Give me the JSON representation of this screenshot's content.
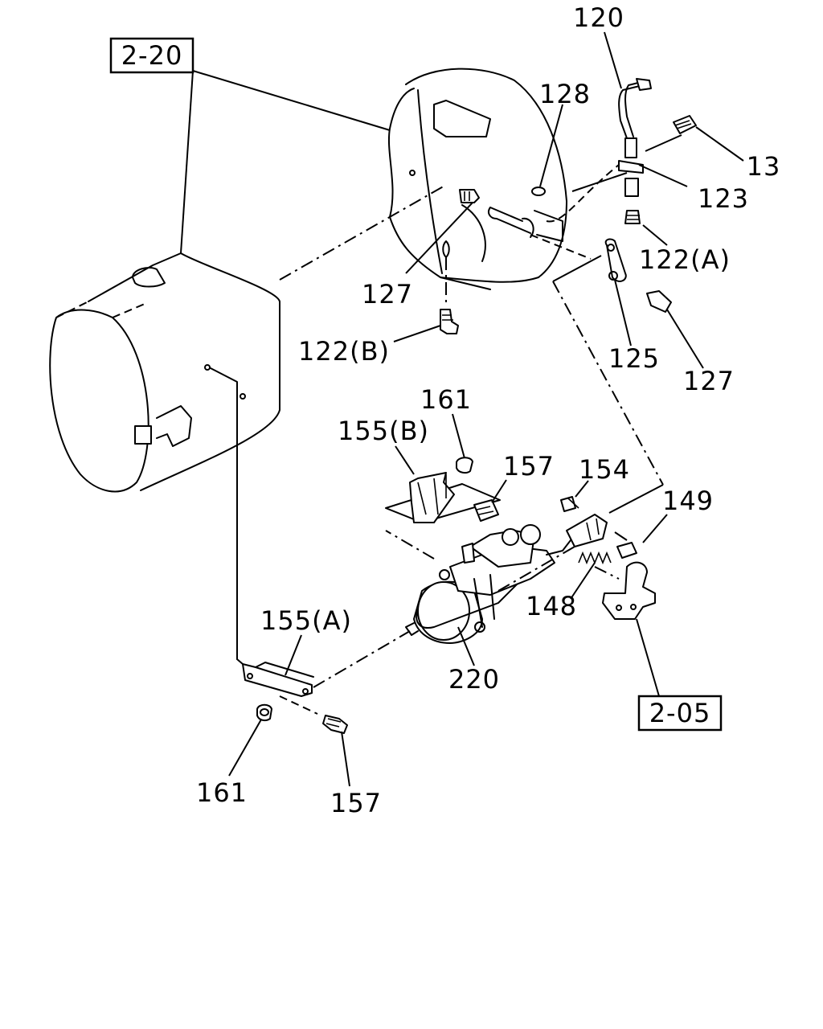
{
  "diagram": {
    "section_refs": [
      {
        "id": "ref-2-20",
        "label": "2-20"
      },
      {
        "id": "ref-2-05",
        "label": "2-05"
      }
    ],
    "callouts": [
      {
        "id": "c-120",
        "label": "120"
      },
      {
        "id": "c-128",
        "label": "128"
      },
      {
        "id": "c-13",
        "label": "13"
      },
      {
        "id": "c-123",
        "label": "123"
      },
      {
        "id": "c-122a",
        "label": "122(A)"
      },
      {
        "id": "c-127a",
        "label": "127"
      },
      {
        "id": "c-122b",
        "label": "122(B)"
      },
      {
        "id": "c-125",
        "label": "125"
      },
      {
        "id": "c-127b",
        "label": "127"
      },
      {
        "id": "c-161a",
        "label": "161"
      },
      {
        "id": "c-155b",
        "label": "155(B)"
      },
      {
        "id": "c-157a",
        "label": "157"
      },
      {
        "id": "c-154",
        "label": "154"
      },
      {
        "id": "c-149",
        "label": "149"
      },
      {
        "id": "c-148",
        "label": "148"
      },
      {
        "id": "c-155a",
        "label": "155(A)"
      },
      {
        "id": "c-220",
        "label": "220"
      },
      {
        "id": "c-161b",
        "label": "161"
      },
      {
        "id": "c-157b",
        "label": "157"
      }
    ]
  }
}
